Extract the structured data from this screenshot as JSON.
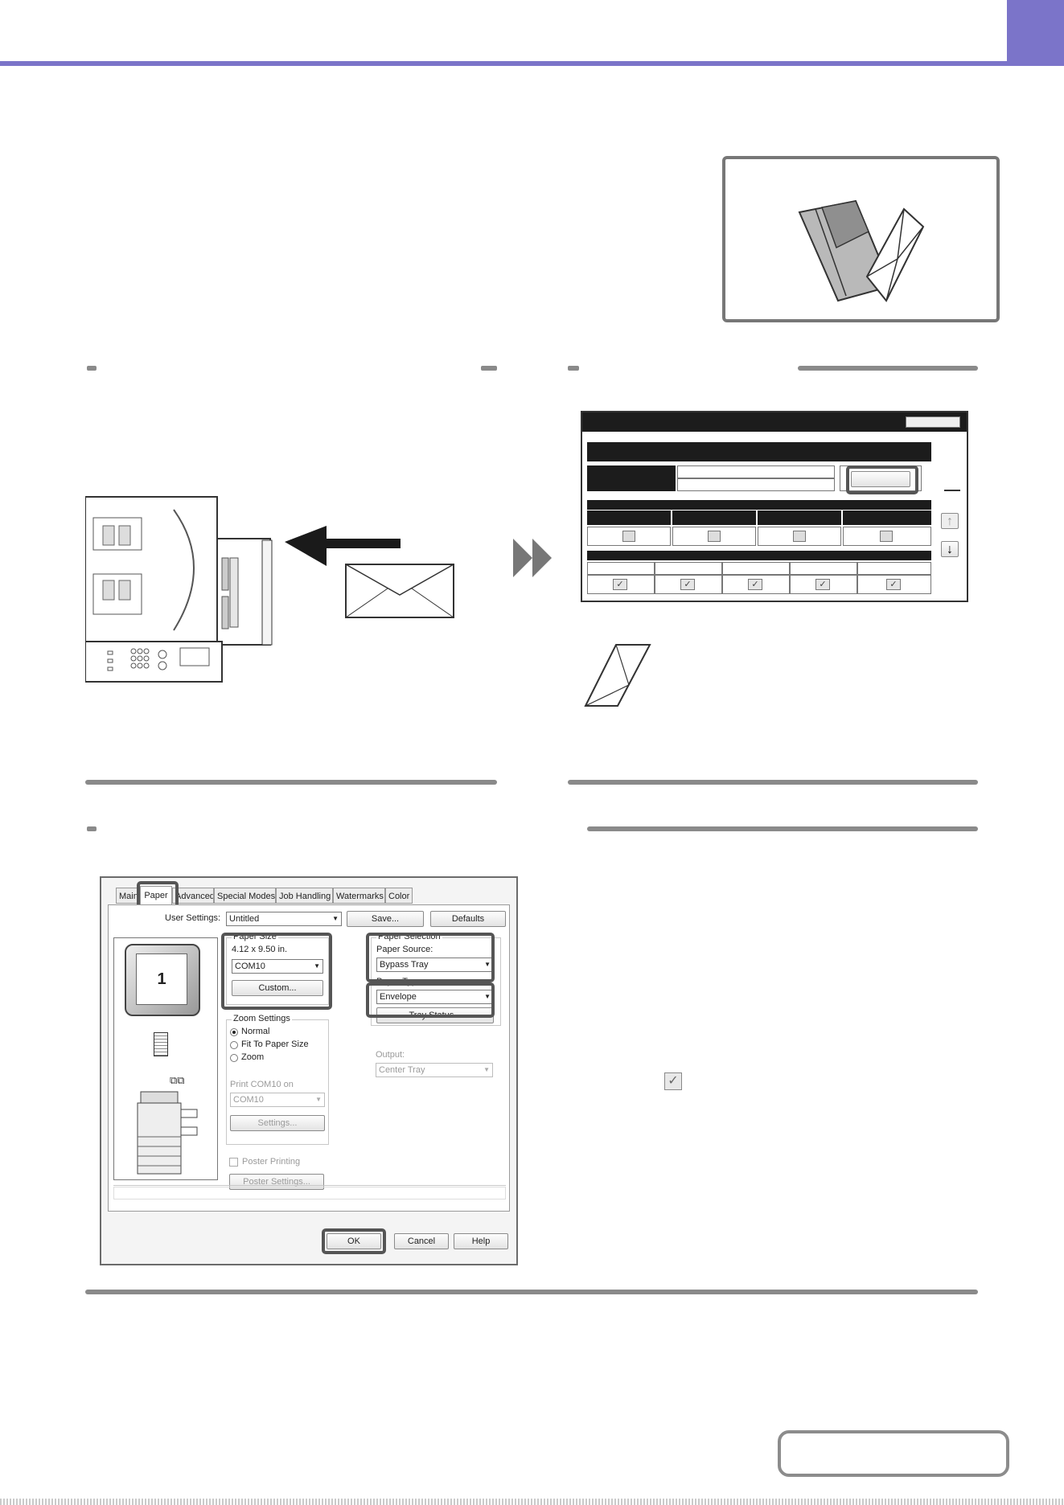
{
  "page": {
    "accent": "#7b74c9",
    "rule_color": "#8a8a8a"
  },
  "icons": [
    "envelope-icon",
    "printer-machine-icon",
    "arrow-left-icon",
    "double-arrow-icon",
    "checkmark-icon",
    "copier-icon"
  ],
  "touch_panel": {
    "title_text": "",
    "scroll_up": "↑",
    "scroll_down": "↓"
  },
  "illustration": {
    "page_number_preview": "1"
  },
  "dialog": {
    "tabs": [
      {
        "label": "Main"
      },
      {
        "label": "Paper"
      },
      {
        "label": "Advanced"
      },
      {
        "label": "Special Modes"
      },
      {
        "label": "Job Handling"
      },
      {
        "label": "Watermarks"
      },
      {
        "label": "Color"
      }
    ],
    "user_settings_label": "User Settings:",
    "user_settings_value": "Untitled",
    "save_label": "Save...",
    "defaults_label": "Defaults",
    "paper_size": {
      "title": "Paper Size",
      "dimensions": "4.12 x 9.50 in.",
      "value": "COM10",
      "custom_label": "Custom..."
    },
    "paper_selection": {
      "title": "Paper Selection",
      "source_label": "Paper Source:",
      "source_value": "Bypass Tray",
      "type_label": "Paper Type:",
      "type_value": "Envelope",
      "tray_status_label": "Tray Status..."
    },
    "zoom": {
      "title": "Zoom Settings",
      "options": [
        "Normal",
        "Fit To Paper Size",
        "Zoom"
      ],
      "selected": "Normal",
      "print_on_label": "Print COM10 on",
      "print_on_value": "COM10",
      "settings_label": "Settings..."
    },
    "poster": {
      "label": "Poster Printing",
      "settings_label": "Poster Settings..."
    },
    "output": {
      "label": "Output:",
      "value": "Center Tray"
    },
    "ok_label": "OK",
    "cancel_label": "Cancel",
    "help_label": "Help"
  }
}
